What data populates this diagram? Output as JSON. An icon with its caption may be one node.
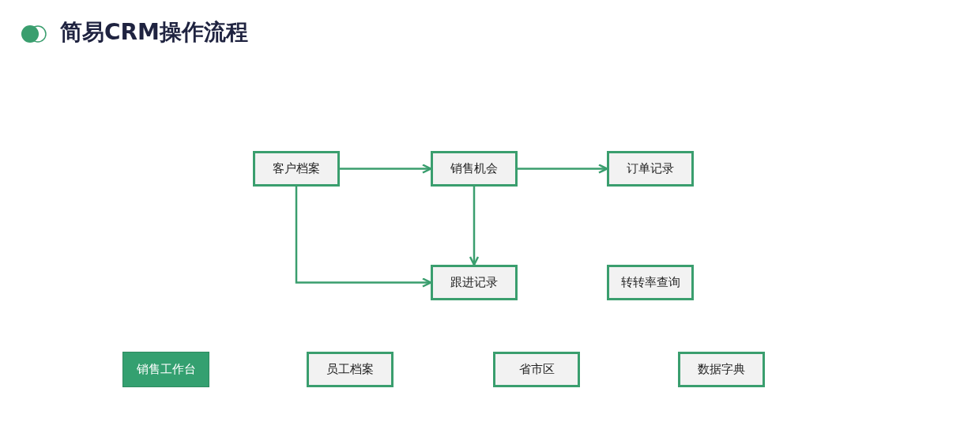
{
  "diagram": {
    "title": "简易CRM操作流程",
    "nodes": [
      {
        "text": [
          "客户档案"
        ]
      },
      {
        "text": [
          "销售机会"
        ]
      },
      {
        "text": [
          "订单记录"
        ]
      },
      {
        "text": [
          "跟进记录"
        ]
      },
      {
        "text": [
          "转转率查询"
        ]
      },
      {
        "text": [
          "销售工作台"
        ]
      },
      {
        "text": [
          "员工档案"
        ]
      },
      {
        "text": [
          "省市区"
        ]
      },
      {
        "text": [
          "数据字典"
        ]
      }
    ],
    "edges": [
      {
        "from": 0,
        "to": 1,
        "arrow": "to"
      },
      {
        "from": 1,
        "to": 2,
        "arrow": "to"
      },
      {
        "from": 1,
        "to": 3,
        "arrow": "to"
      },
      {
        "from": 0,
        "to": 3,
        "arrow": "to"
      }
    ]
  }
}
